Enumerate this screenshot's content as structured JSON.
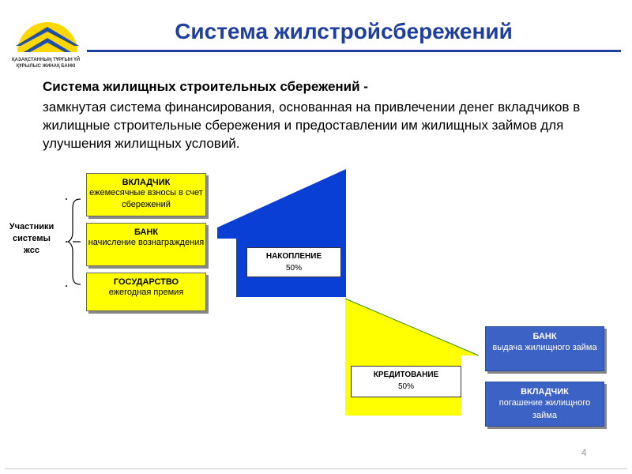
{
  "header": {
    "title": "Система жилстройсбережений",
    "bank_name": "ҚАЗАҚСТАННЫҢ ТҰРҒЫН ҮЙ ҚҰРЫЛЫС ЖИНАҚ БАНКІ"
  },
  "definition": {
    "term": "Система жилищных строительных сбережений -",
    "text": "замкнутая система финансирования, основанная на привлечении денег вкладчиков в жилищные строительные сбережения и предоставлении им жилищных займов для улучшения жилищных условий."
  },
  "participants": {
    "label": "Участники системы жсс",
    "items": [
      {
        "title": "ВКЛАДЧИК",
        "desc": "ежемесячные взносы в счет сбережений"
      },
      {
        "title": "БАНК",
        "desc": "начисление вознаграждения"
      },
      {
        "title": "ГОСУДАРСТВО",
        "desc": "ежегодная премия"
      }
    ]
  },
  "phases": {
    "accumulation": {
      "title": "НАКОПЛЕНИЕ",
      "value": "50%"
    },
    "crediting": {
      "title": "КРЕДИТОВАНИЕ",
      "value": "50%"
    }
  },
  "loan_parties": [
    {
      "title": "БАНК",
      "desc": "выдача жилищного займа"
    },
    {
      "title": "ВКЛАДЧИК",
      "desc": "погашение жилищного займа"
    }
  ],
  "page_number": "4",
  "colors": {
    "title": "#1f3fa0",
    "yellow": "#ffff00",
    "blue": "#0a3fd6",
    "box_blue": "#3c62c6"
  }
}
